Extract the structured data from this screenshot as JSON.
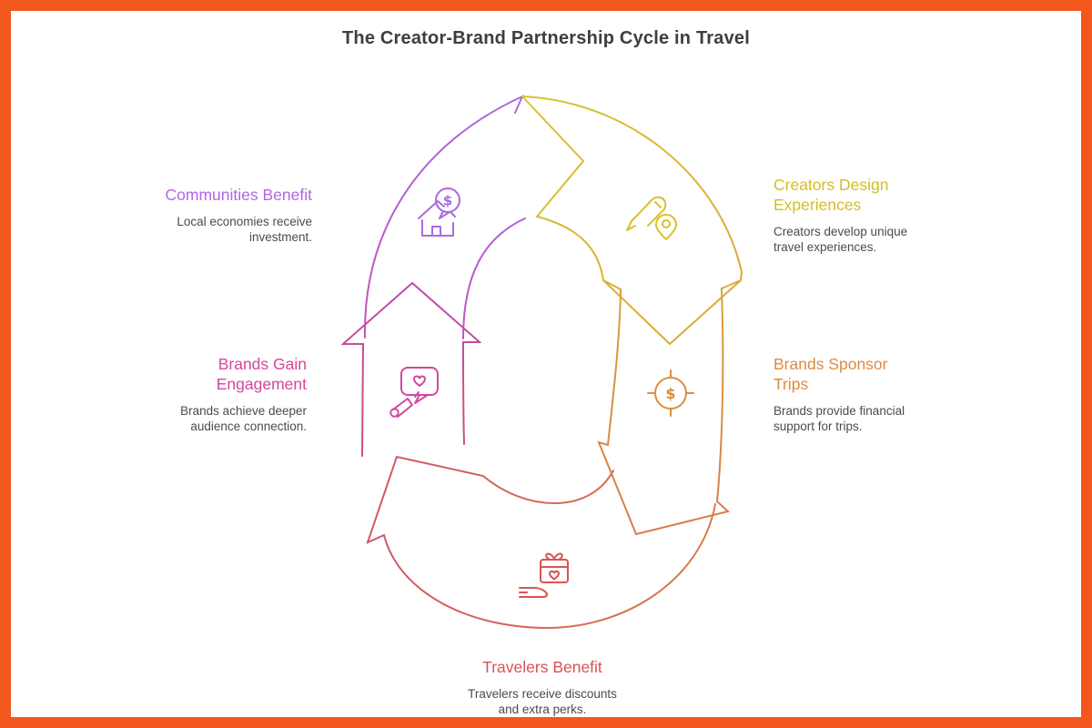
{
  "title": "The Creator-Brand Partnership Cycle in Travel",
  "border_color": "#f2571d",
  "icon_glyphs": {
    "dollar": "$"
  },
  "stages": [
    {
      "label": "Communities Benefit",
      "description": "Local economies receive investment.",
      "color": "#b266e6",
      "icon": "house-investment-bubble-icon",
      "position": "left-top"
    },
    {
      "label": "Creators Design Experiences",
      "description": "Creators develop unique travel experiences.",
      "color": "#d4bd20",
      "icon": "pencil-map-pin-icon",
      "position": "right-top"
    },
    {
      "label": "Brands Gain Engagement",
      "description": "Brands achieve deeper audience connection.",
      "color": "#d6459c",
      "icon": "megaphone-heart-bubble-icon",
      "position": "left-middle"
    },
    {
      "label": "Brands Sponsor Trips",
      "description": "Brands provide financial support for trips.",
      "color": "#dd8b40",
      "icon": "dollar-target-icon",
      "position": "right-middle"
    },
    {
      "label": "Travelers Benefit",
      "description": "Travelers receive discounts and extra perks.",
      "color": "#d95252",
      "icon": "hand-gift-icon",
      "position": "bottom"
    }
  ]
}
